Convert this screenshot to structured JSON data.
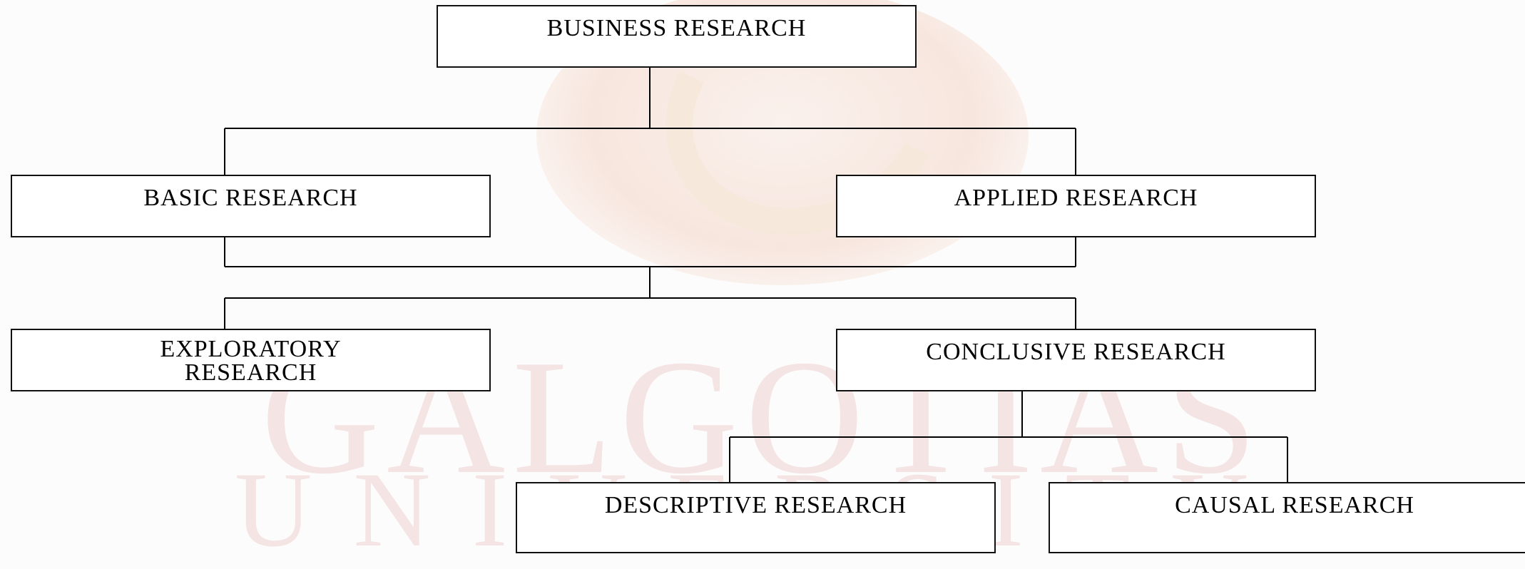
{
  "chart_title": "",
  "nodes": {
    "business": "BUSINESS RESEARCH",
    "basic": "BASIC RESEARCH",
    "applied": "APPLIED RESEARCH",
    "exploratory_line1": "EXPLORATORY",
    "exploratory_line2": "RESEARCH",
    "conclusive": "CONCLUSIVE RESEARCH",
    "descriptive": "DESCRIPTIVE RESEARCH",
    "causal": "CAUSAL RESEARCH"
  },
  "watermark": {
    "line1": "GALGOTIAS",
    "line2": "UNIVERSITY",
    "colors": {
      "text": "#f4e4e4",
      "logo": "#f7e6de"
    }
  },
  "colors": {
    "stroke": "#000000",
    "box_fill": "#ffffff",
    "background": "#fdfcfc"
  }
}
